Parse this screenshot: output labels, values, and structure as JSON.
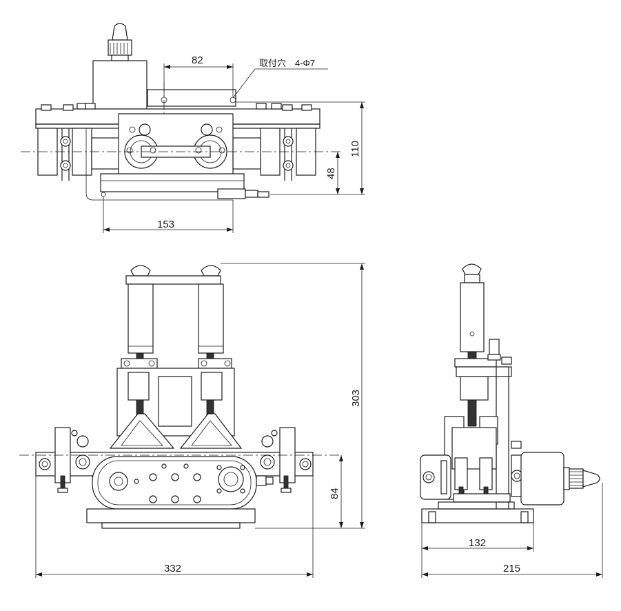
{
  "drawing": {
    "note_label": "取付穴",
    "note_value": "4-Φ7",
    "dimensions": {
      "top_82": "82",
      "top_110": "110",
      "top_48": "48",
      "top_153": "153",
      "front_303": "303",
      "front_84": "84",
      "front_332": "332",
      "side_132": "132",
      "side_215": "215"
    }
  }
}
